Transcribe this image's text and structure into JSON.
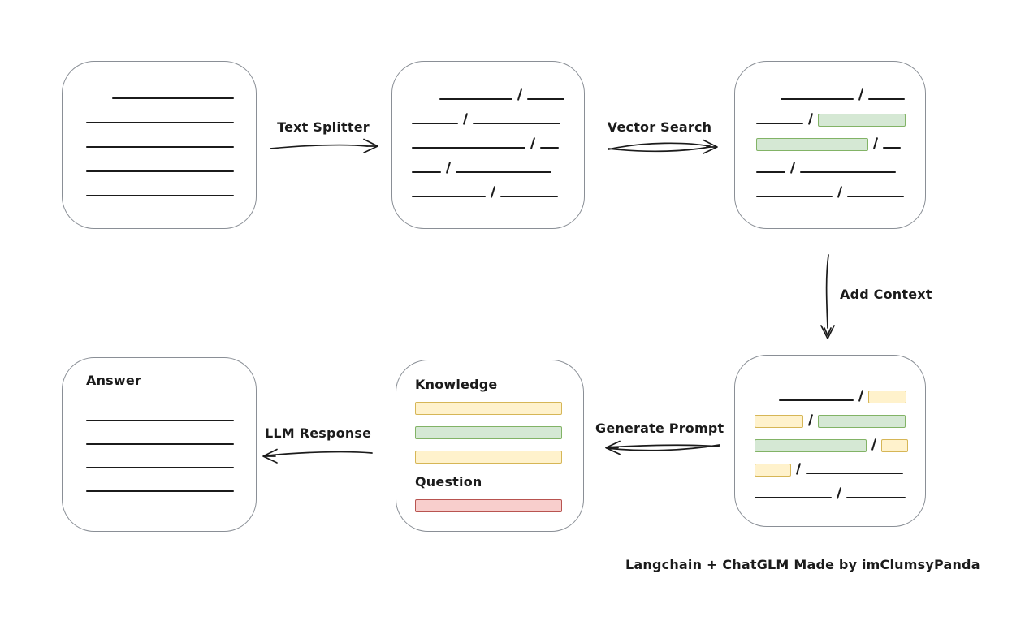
{
  "caption": "Langchain + ChatGLM Made by imClumsyPanda",
  "colors": {
    "stroke": "#1b1b1b",
    "box_border": "#8a8f96",
    "green_fill": "#d5e8d4",
    "green_border": "#82b366",
    "yellow_fill": "#fff2cc",
    "yellow_border": "#d6b656",
    "red_fill": "#f8cecc",
    "red_border": "#b85450"
  },
  "arrows": [
    {
      "id": "text-splitter",
      "label": "Text Splitter",
      "direction": "right"
    },
    {
      "id": "vector-search",
      "label": "Vector Search",
      "direction": "right"
    },
    {
      "id": "add-context",
      "label": "Add Context",
      "direction": "down"
    },
    {
      "id": "generate-prompt",
      "label": "Generate Prompt",
      "direction": "left"
    },
    {
      "id": "llm-response",
      "label": "LLM Response",
      "direction": "left"
    }
  ],
  "nodes": [
    {
      "id": "document",
      "rows": [
        {
          "segments": [
            {
              "t": "gap",
              "w": 32
            },
            {
              "t": "line",
              "w": 150
            }
          ]
        },
        {
          "segments": [
            {
              "t": "line",
              "w": 182
            }
          ]
        },
        {
          "segments": [
            {
              "t": "line",
              "w": 182
            }
          ]
        },
        {
          "segments": [
            {
              "t": "line",
              "w": 182
            }
          ]
        },
        {
          "segments": [
            {
              "t": "line",
              "w": 182
            }
          ]
        }
      ]
    },
    {
      "id": "split-chunks",
      "rows": [
        {
          "segments": [
            {
              "t": "gap",
              "w": 34
            },
            {
              "t": "line",
              "w": 90
            },
            {
              "t": "slash"
            },
            {
              "t": "line",
              "w": 46
            }
          ]
        },
        {
          "segments": [
            {
              "t": "line",
              "w": 57
            },
            {
              "t": "slash"
            },
            {
              "t": "line",
              "w": 108
            }
          ]
        },
        {
          "segments": [
            {
              "t": "line",
              "w": 140
            },
            {
              "t": "slash"
            },
            {
              "t": "line",
              "w": 23
            }
          ]
        },
        {
          "segments": [
            {
              "t": "line",
              "w": 36
            },
            {
              "t": "slash"
            },
            {
              "t": "line",
              "w": 118
            }
          ]
        },
        {
          "segments": [
            {
              "t": "line",
              "w": 91
            },
            {
              "t": "slash"
            },
            {
              "t": "line",
              "w": 71
            }
          ]
        }
      ]
    },
    {
      "id": "vector-matches",
      "rows": [
        {
          "segments": [
            {
              "t": "gap",
              "w": 30
            },
            {
              "t": "line",
              "w": 90
            },
            {
              "t": "slash"
            },
            {
              "t": "line",
              "w": 45
            }
          ]
        },
        {
          "segments": [
            {
              "t": "line",
              "w": 58
            },
            {
              "t": "slash"
            },
            {
              "t": "chunk",
              "c": "green",
              "w": 108
            }
          ]
        },
        {
          "segments": [
            {
              "t": "chunk",
              "c": "green",
              "w": 138
            },
            {
              "t": "slash"
            },
            {
              "t": "line",
              "w": 22
            }
          ]
        },
        {
          "segments": [
            {
              "t": "line",
              "w": 36
            },
            {
              "t": "slash"
            },
            {
              "t": "line",
              "w": 118
            }
          ]
        },
        {
          "segments": [
            {
              "t": "line",
              "w": 94
            },
            {
              "t": "slash"
            },
            {
              "t": "line",
              "w": 70
            }
          ]
        }
      ]
    },
    {
      "id": "context-chunks",
      "rows": [
        {
          "segments": [
            {
              "t": "gap",
              "w": 30
            },
            {
              "t": "line",
              "w": 92
            },
            {
              "t": "slash"
            },
            {
              "t": "chunk",
              "c": "yellow",
              "w": 47
            }
          ]
        },
        {
          "segments": [
            {
              "t": "chunk",
              "c": "yellow",
              "w": 60
            },
            {
              "t": "slash"
            },
            {
              "t": "chunk",
              "c": "green",
              "w": 108
            }
          ]
        },
        {
          "segments": [
            {
              "t": "chunk",
              "c": "green",
              "w": 138
            },
            {
              "t": "slash"
            },
            {
              "t": "chunk",
              "c": "yellow",
              "w": 33
            }
          ]
        },
        {
          "segments": [
            {
              "t": "chunk",
              "c": "yellow",
              "w": 45
            },
            {
              "t": "slash"
            },
            {
              "t": "line",
              "w": 120
            }
          ]
        },
        {
          "segments": [
            {
              "t": "line",
              "w": 95
            },
            {
              "t": "slash"
            },
            {
              "t": "line",
              "w": 73
            }
          ]
        }
      ]
    },
    {
      "id": "prompt",
      "rows": [
        {
          "heading": "Knowledge"
        },
        {
          "segments": [
            {
              "t": "chunk",
              "c": "yellow",
              "w": 181
            }
          ]
        },
        {
          "segments": [
            {
              "t": "chunk",
              "c": "green",
              "w": 181
            }
          ]
        },
        {
          "segments": [
            {
              "t": "chunk",
              "c": "yellow",
              "w": 181
            }
          ]
        },
        {
          "heading": "Question"
        },
        {
          "segments": [
            {
              "t": "chunk",
              "c": "red",
              "w": 181
            }
          ]
        }
      ]
    },
    {
      "id": "answer",
      "rows": [
        {
          "heading": "Answer"
        },
        {
          "segments": [
            {
              "t": "line",
              "w": 182
            }
          ]
        },
        {
          "segments": [
            {
              "t": "line",
              "w": 182
            }
          ]
        },
        {
          "segments": [
            {
              "t": "line",
              "w": 182
            }
          ]
        },
        {
          "segments": [
            {
              "t": "line",
              "w": 182
            }
          ]
        }
      ]
    }
  ]
}
